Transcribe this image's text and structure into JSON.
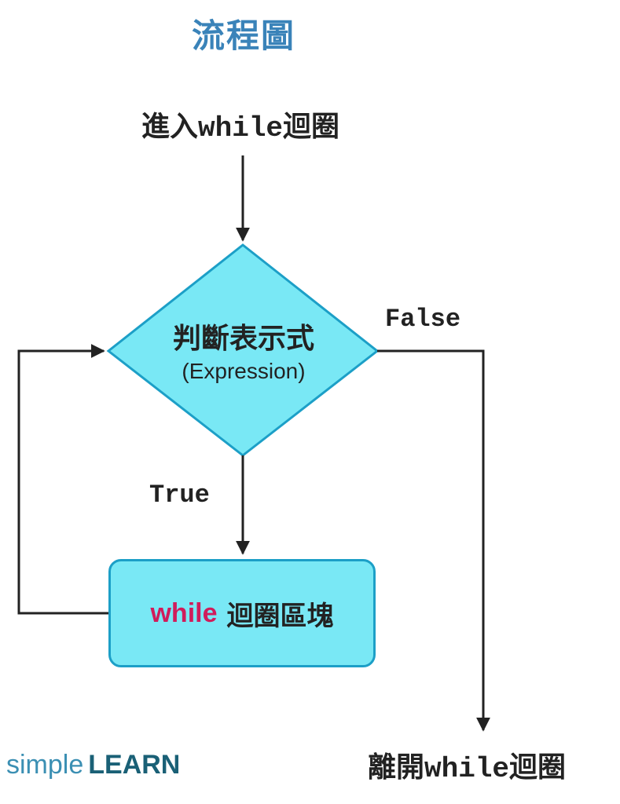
{
  "title": "流程圖",
  "entry": {
    "prefix": "進入",
    "keyword": "while",
    "suffix": "迴圈"
  },
  "decision": {
    "label_zh": "判斷表示式",
    "label_en": "(Expression)"
  },
  "labels": {
    "false": "False",
    "true": "True"
  },
  "loop_block": {
    "keyword": "while",
    "text": "迴圈區塊"
  },
  "exit": {
    "prefix": "離開",
    "keyword": "while",
    "suffix": "迴圈"
  },
  "logo": {
    "part1": "simple",
    "part2": "LEARN"
  },
  "colors": {
    "shape_fill": "#79e8f5",
    "shape_border": "#1c9fc7",
    "title": "#3a83b9",
    "keyword": "#d01c5b",
    "logo_simple": "#3b8fb3",
    "logo_learn": "#1a6076"
  }
}
